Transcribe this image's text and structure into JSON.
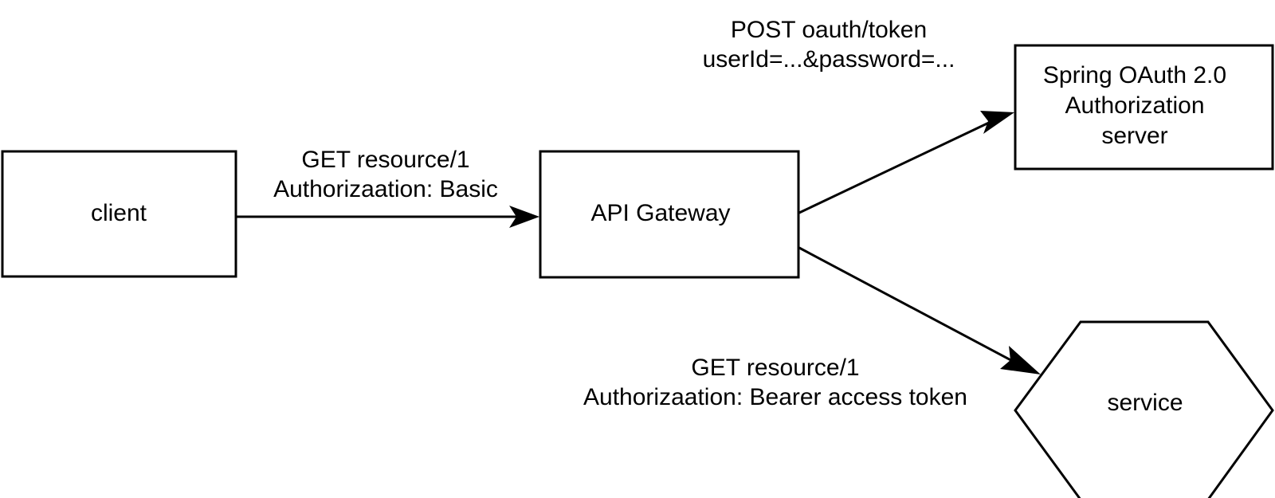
{
  "diagram": {
    "title": "API Gateway OAuth 2.0 flow",
    "background_color": "#ffffff",
    "stroke_color": "#000000",
    "nodes": [
      {
        "id": "client",
        "shape": "rectangle",
        "label_lines": [
          "client"
        ]
      },
      {
        "id": "api-gateway",
        "shape": "rectangle",
        "label_lines": [
          "API Gateway"
        ]
      },
      {
        "id": "auth-server",
        "shape": "rectangle",
        "label_lines": [
          "Spring OAuth 2.0",
          "Authorization",
          "server"
        ]
      },
      {
        "id": "service",
        "shape": "hexagon",
        "label_lines": [
          "service"
        ]
      }
    ],
    "edges": [
      {
        "id": "client-to-gateway",
        "from": "client",
        "to": "api-gateway",
        "label_lines": [
          "GET resource/1",
          "Authorizaation: Basic"
        ]
      },
      {
        "id": "gateway-to-auth-server",
        "from": "api-gateway",
        "to": "auth-server",
        "label_lines": [
          "POST oauth/token",
          "userId=...&password=..."
        ]
      },
      {
        "id": "gateway-to-service",
        "from": "api-gateway",
        "to": "service",
        "label_lines": [
          "GET resource/1",
          "Authorizaation: Bearer access token"
        ]
      }
    ]
  }
}
